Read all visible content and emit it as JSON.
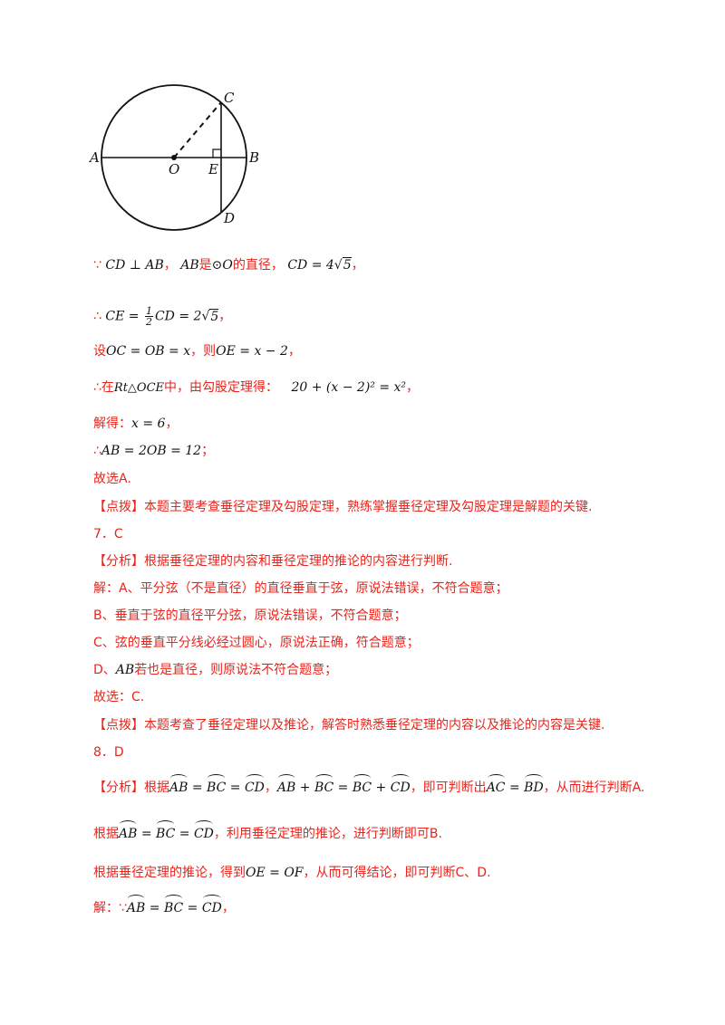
{
  "figure": {
    "labels": {
      "A": "A",
      "B": "B",
      "C": "C",
      "D": "D",
      "O": "O",
      "E": "E"
    }
  },
  "lines": {
    "l1": {
      "because": "∵",
      "cd_perp_ab": "CD ⊥ AB",
      "comma1": "，",
      "ab": "AB",
      "shi": "是",
      "circle_o": "⊙O",
      "de_zhijing": "的直径，",
      "cd_eq": "CD = 4",
      "sqrt5": "5",
      "comma2": "，"
    },
    "l2": {
      "therefore": "∴",
      "ce_eq": "CE =",
      "num": "1",
      "den": "2",
      "cd_eq": "CD = 2",
      "sqrt5": "5",
      "comma": "，"
    },
    "l3": {
      "she": "设",
      "expr1": "OC = OB = x",
      "ze": "，则",
      "expr2": "OE = x − 2",
      "comma": "，"
    },
    "l4": {
      "therefore": "∴",
      "zai": "在",
      "rt": "Rt△OCE",
      "text": "中，由勾股定理得：",
      "eq": "20 + (x − 2)² = x²",
      "comma": "，"
    },
    "l5": {
      "jiede": "解得：",
      "eq": "x = 6",
      "comma": "，"
    },
    "l6": {
      "therefore": "∴",
      "eq": "AB = 2OB = 12",
      "semi": "；"
    },
    "l7": {
      "text": "故选A."
    },
    "l8": {
      "text": "【点拨】本题主要考查垂径定理及勾股定理，熟练掌握垂径定理及勾股定理是解题的关键."
    },
    "l9": {
      "text": "7．C"
    },
    "l10": {
      "text": "【分析】根据垂径定理的内容和垂径定理的推论的内容进行判断."
    },
    "l11": {
      "text": "解：A、平分弦（不是直径）的直径垂直于弦，原说法错误，不符合题意；"
    },
    "l12": {
      "text": "B、垂直于弦的直径平分弦，原说法错误，不符合题意；"
    },
    "l13": {
      "text": "C、弦的垂直平分线必经过圆心，原说法正确，符合题意；"
    },
    "l14": {
      "prefix": "D、",
      "ab": "AB",
      "text": "若也是直径，则原说法不符合题意；"
    },
    "l15": {
      "text": "故选：C."
    },
    "l16": {
      "text": "【点拨】本题考查了垂径定理以及推论，解答时熟悉垂径定理的内容以及推论的内容是关键."
    },
    "l17": {
      "text": "8．D"
    },
    "l18": {
      "prefix": "【分析】根据",
      "a1": "AB",
      "eq1": " = ",
      "a2": "BC",
      "eq2": " = ",
      "a3": "CD",
      "c1": "，",
      "b1": "AB",
      "plus1": " + ",
      "b2": "BC",
      "eq3": " = ",
      "b3": "BC",
      "plus2": " + ",
      "b4": "CD",
      "c2": "，即可判断出",
      "d1": "AC",
      "eq4": " = ",
      "d2": "BD",
      "suffix": "，从而进行判断A."
    },
    "l19": {
      "prefix": "根据",
      "a1": "AB",
      "eq1": " = ",
      "a2": "BC",
      "eq2": " = ",
      "a3": "CD",
      "suffix": "，利用垂径定理的推论，进行判断即可B."
    },
    "l20": {
      "prefix": "根据垂径定理的推论，得到",
      "eq": "OE = OF",
      "suffix": "，从而可得结论，即可判断C、D."
    },
    "l21": {
      "prefix": "解：∵",
      "a1": "AB",
      "eq1": " = ",
      "a2": "BC",
      "eq2": " = ",
      "a3": "CD",
      "comma": "，"
    }
  }
}
